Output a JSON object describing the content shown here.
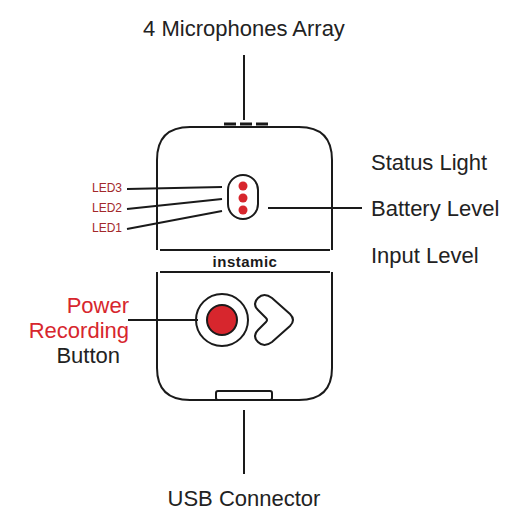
{
  "diagram": {
    "nodes": [
      {
        "text": [
          "instamic"
        ]
      }
    ],
    "labels": [
      "4 Microphones Array",
      "Status Light",
      "Battery Level",
      "Input Level",
      "LED3",
      "LED2",
      "LED1",
      "Power Recording",
      "Button",
      "USB Connector"
    ]
  }
}
